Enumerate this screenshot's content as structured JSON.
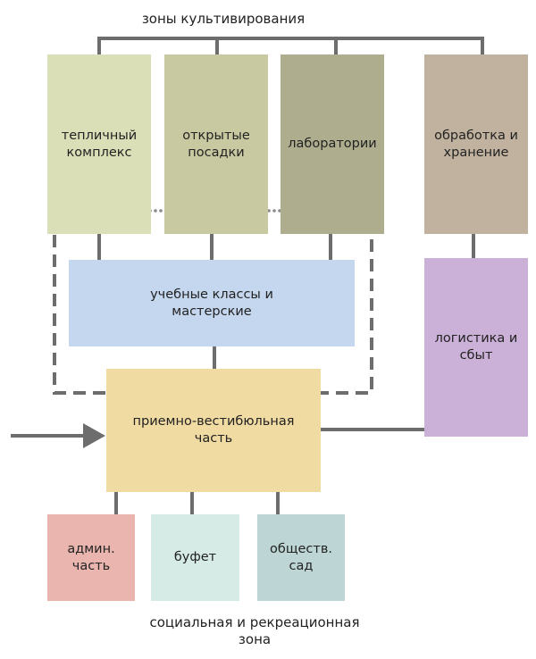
{
  "top_label": "зоны культивирования",
  "bottom_label": [
    "социальная и рекреационная",
    "зона"
  ],
  "boxes": {
    "greenhouse": {
      "label": [
        "тепличный",
        "комплекс"
      ],
      "color": "#dadfb7"
    },
    "open_planting": {
      "label": [
        "открытые",
        "посадки"
      ],
      "color": "#c8c9a1"
    },
    "labs": {
      "label": [
        "лаборатории"
      ],
      "color": "#aeae8f"
    },
    "processing": {
      "label": [
        "обработка и",
        "хранение"
      ],
      "color": "#c0b29e"
    },
    "classes": {
      "label": [
        "учебные классы и",
        "мастерские"
      ],
      "color": "#c5d7ef"
    },
    "logistics": {
      "label": [
        "логистика и",
        "сбыт"
      ],
      "color": "#cbb0d8"
    },
    "reception": {
      "label": [
        "приемно-вестибюльная",
        "часть"
      ],
      "color": "#f0dba2"
    },
    "admin": {
      "label": [
        "админ.",
        "часть"
      ],
      "color": "#e9b5ae"
    },
    "buffet": {
      "label": [
        "буфет"
      ],
      "color": "#d6ebe6"
    },
    "garden": {
      "label": [
        "обществ.",
        "сад"
      ],
      "color": "#bdd6d5"
    }
  },
  "line_color": "#6d6d6d"
}
